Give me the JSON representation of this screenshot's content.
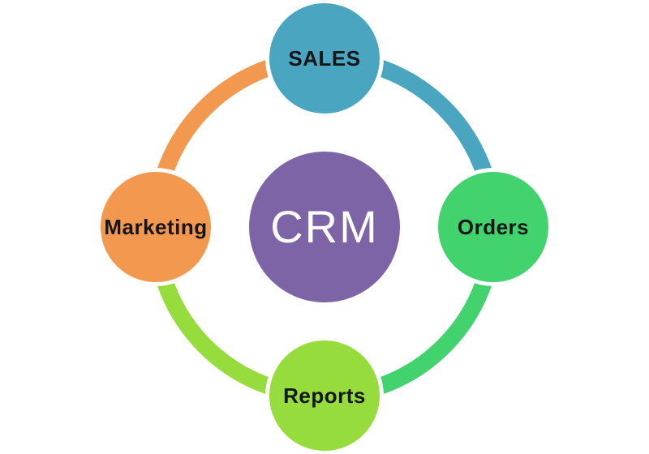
{
  "diagram": {
    "center": {
      "label": "CRM",
      "color": "#7D64A6",
      "text_color": "#FFFFFF"
    },
    "nodes": [
      {
        "id": "sales",
        "label": "SALES",
        "color": "#4AA5C0"
      },
      {
        "id": "orders",
        "label": "Orders",
        "color": "#42D26E"
      },
      {
        "id": "reports",
        "label": "Reports",
        "color": "#96DC3D"
      },
      {
        "id": "marketing",
        "label": "Marketing",
        "color": "#F2994F"
      }
    ],
    "arcs": [
      {
        "id": "arc-marketing-to-sales",
        "color": "#F2994F"
      },
      {
        "id": "arc-sales-to-orders",
        "color": "#4AA5C0"
      },
      {
        "id": "arc-orders-to-reports",
        "color": "#42D26E"
      },
      {
        "id": "arc-reports-to-marketing",
        "color": "#96DC3D"
      }
    ],
    "label_text_color": "#151515",
    "border_color": "#FFFFFF",
    "background_color": "#FFFFFF"
  }
}
